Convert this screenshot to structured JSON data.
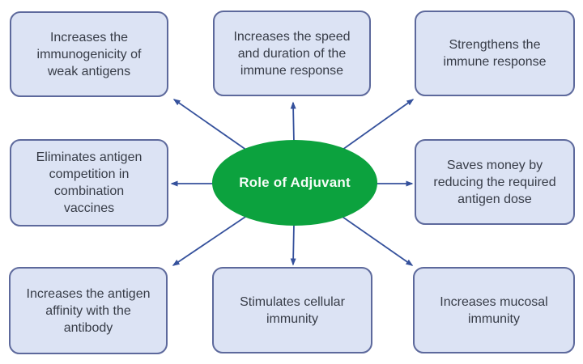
{
  "diagram": {
    "title": "Role of Adjuvant",
    "center": {
      "label": "Role of Adjuvant",
      "fill_color": "#0ca23e",
      "text_color": "#f6fdf8"
    },
    "nodes": [
      {
        "id": "top-left",
        "label": "Increases the\nimmunogenicity of\nweak antigens"
      },
      {
        "id": "top-center",
        "label": "Increases the speed\nand duration of the\nimmune response"
      },
      {
        "id": "top-right",
        "label": "Strengthens the\nimmune response"
      },
      {
        "id": "middle-left",
        "label": "Eliminates antigen\ncompetition in\ncombination\nvaccines"
      },
      {
        "id": "middle-right",
        "label": "Saves money by\nreducing the required\nantigen dose"
      },
      {
        "id": "bottom-left",
        "label": "Increases the antigen\naffinity with the\nantibody"
      },
      {
        "id": "bottom-center",
        "label": "Stimulates cellular\nimmunity"
      },
      {
        "id": "bottom-right",
        "label": "Increases mucosal\nimmunity"
      }
    ],
    "colors": {
      "box_fill": "#dce3f4",
      "box_border": "#5d699c",
      "arrow": "#35519c",
      "box_text": "#373c47"
    }
  }
}
